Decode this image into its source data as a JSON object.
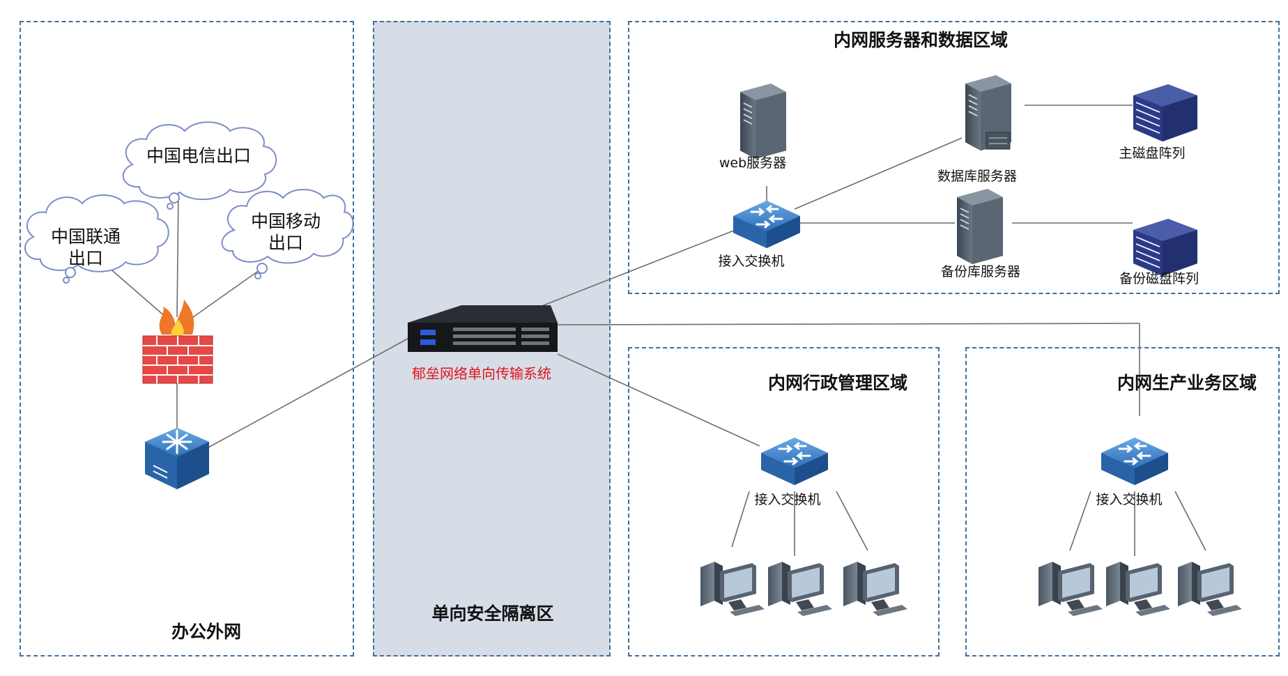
{
  "zones": {
    "office": "办公外网",
    "isolation": "单向安全隔离区",
    "servers": "内网服务器和数据区域",
    "admin": "内网行政管理区域",
    "production": "内网生产业务区域"
  },
  "clouds": {
    "telecom": "中国电信出口",
    "unicom_1": "中国联通",
    "unicom_2": "出口",
    "mobile_1": "中国移动",
    "mobile_2": "出口"
  },
  "devices": {
    "gateway": "郁垒网络单向传输系统",
    "web": "web服务器",
    "db": "数据库服务器",
    "primary_disk": "主磁盘阵列",
    "backup_db": "备份库服务器",
    "backup_disk": "备份磁盘阵列",
    "switch_servers": "接入交换机",
    "switch_admin": "接入交换机",
    "switch_production": "接入交换机"
  },
  "colors": {
    "zone_border": "#3d6f9e",
    "isolation_fill": "#d7dde7",
    "gateway_label": "#e0141c",
    "switch_blue": "#2f6fb6"
  },
  "icons": [
    "cloud-icon",
    "firewall-icon",
    "core-switch-icon",
    "gateway-appliance-icon",
    "server-tower-icon",
    "disk-array-icon",
    "switch-icon",
    "pc-icon"
  ]
}
